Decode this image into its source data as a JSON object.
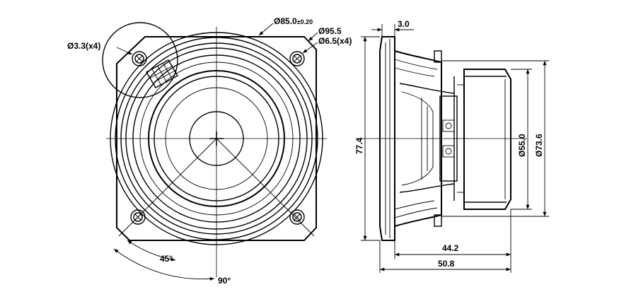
{
  "front_view": {
    "labels": {
      "hole_dia": "Ø3.3(x4)",
      "outer_dia": "Ø85.0",
      "outer_tol": "±0.20",
      "pcd": "Ø95.5",
      "mount_hole": "Ø6.5(x4)",
      "angle_small": "45°",
      "angle_large": "90°"
    }
  },
  "side_view": {
    "labels": {
      "flange_thickness": "3.0",
      "height": "77.4",
      "magnet_dia": "Ø55.0",
      "body_dia": "Ø73.6",
      "depth_inner": "44.2",
      "depth_total": "50.8"
    }
  }
}
